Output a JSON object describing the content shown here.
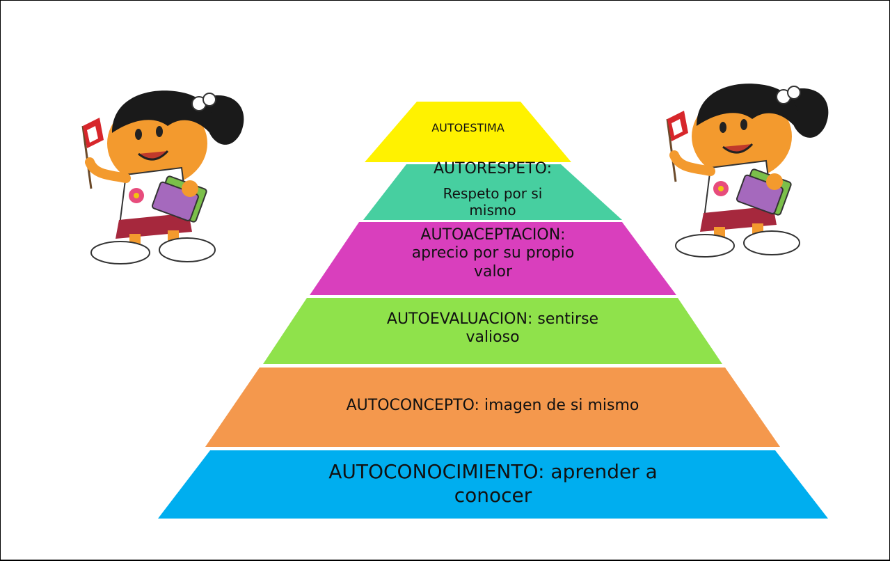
{
  "pyramid": {
    "levels": [
      {
        "lines": [
          "AUTOESTIMA"
        ],
        "color": "#fff200"
      },
      {
        "lines": [
          "AUTORESPETO:",
          "Respeto por si",
          "mismo"
        ],
        "color": "#47cfa0"
      },
      {
        "lines": [
          "AUTOACEPTACION:",
          "aprecio por su propio",
          "valor"
        ],
        "color": "#d93fbd"
      },
      {
        "lines": [
          "AUTOEVALUACION: sentirse",
          "valioso"
        ],
        "color": "#8fe24b"
      },
      {
        "lines": [
          "AUTOCONCEPTO: imagen de si mismo"
        ],
        "color": "#f4984d"
      },
      {
        "lines": [
          "AUTOCONOCIMIENTO: aprender a",
          "conocer"
        ],
        "color": "#00aeef"
      }
    ]
  },
  "illustrations": {
    "left": "girl-with-flag-and-books",
    "right": "girl-with-flag-and-books"
  }
}
